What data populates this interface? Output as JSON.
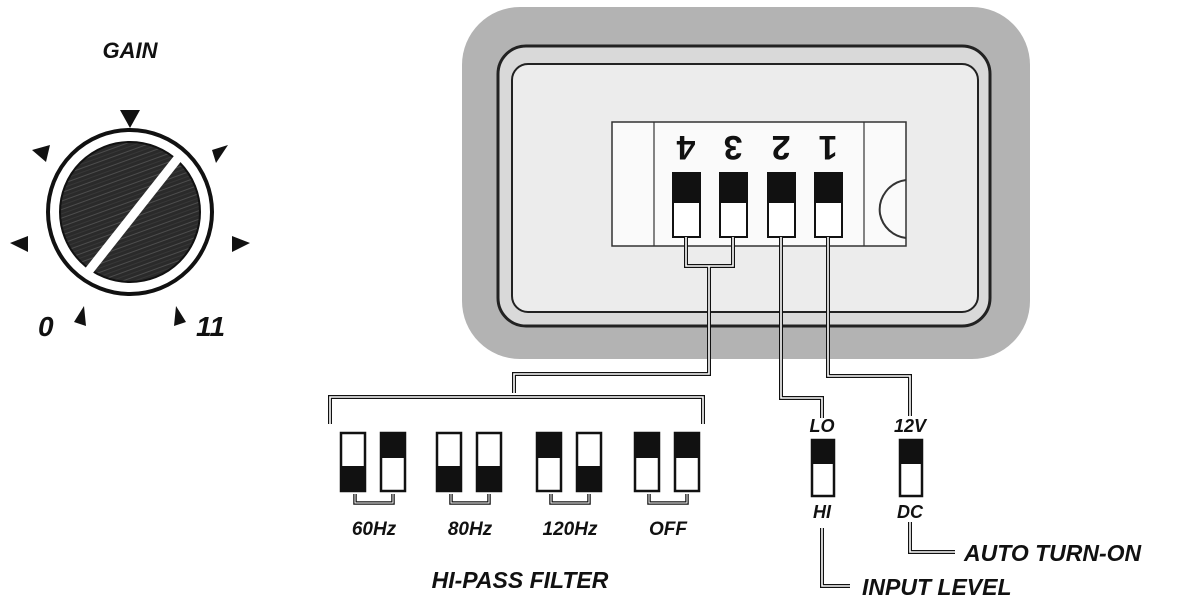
{
  "gain": {
    "title": "GAIN",
    "min_label": "0",
    "max_label": "11"
  },
  "panel": {
    "switch_numbers": [
      "4",
      "3",
      "2",
      "1"
    ]
  },
  "hi_pass_filter": {
    "title": "HI-PASS FILTER",
    "options": [
      {
        "label": "60Hz",
        "switches": [
          "down",
          "up"
        ]
      },
      {
        "label": "80Hz",
        "switches": [
          "down",
          "down"
        ]
      },
      {
        "label": "120Hz",
        "switches": [
          "up",
          "down"
        ]
      },
      {
        "label": "OFF",
        "switches": [
          "up",
          "up"
        ]
      }
    ]
  },
  "input_level": {
    "title": "INPUT LEVEL",
    "top_label": "LO",
    "bottom_label": "HI"
  },
  "auto_turn_on": {
    "title": "AUTO TURN-ON",
    "top_label": "12V",
    "bottom_label": "DC"
  },
  "colors": {
    "panel_gray": "#b3b3b3",
    "panel_inner": "#ececec",
    "knob_dark": "#2a2a2a",
    "ink": "#111111"
  }
}
